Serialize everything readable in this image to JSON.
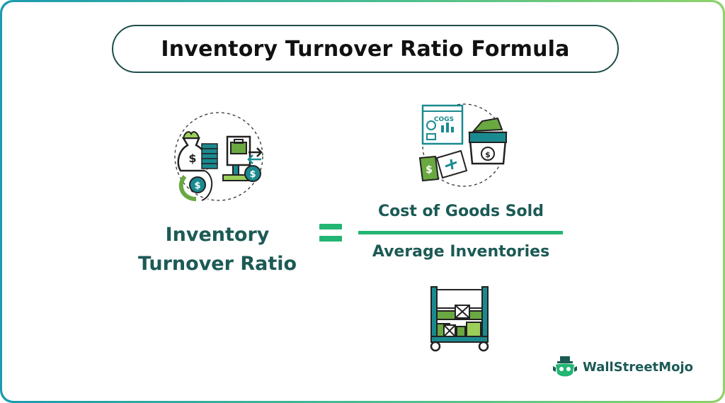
{
  "title": "Inventory Turnover Ratio Formula",
  "formula": {
    "lhs_line1": "Inventory",
    "lhs_line2": "Turnover Ratio",
    "numerator": "Cost of Goods Sold",
    "denominator": "Average Inventories"
  },
  "icons": {
    "left": "money-bag-and-shop-cycle-icon",
    "right": "cogs-dashboard-shopping-basket-icon",
    "bottom": "warehouse-shelf-cart-icon",
    "cogs_label": "COGS",
    "dollar_sign": "$"
  },
  "brand": {
    "name": "WallStreetMojo"
  },
  "colors": {
    "dark_teal": "#1c5a55",
    "green": "#22b573",
    "olive": "#6aa842",
    "light_green": "#9bcf5a"
  }
}
